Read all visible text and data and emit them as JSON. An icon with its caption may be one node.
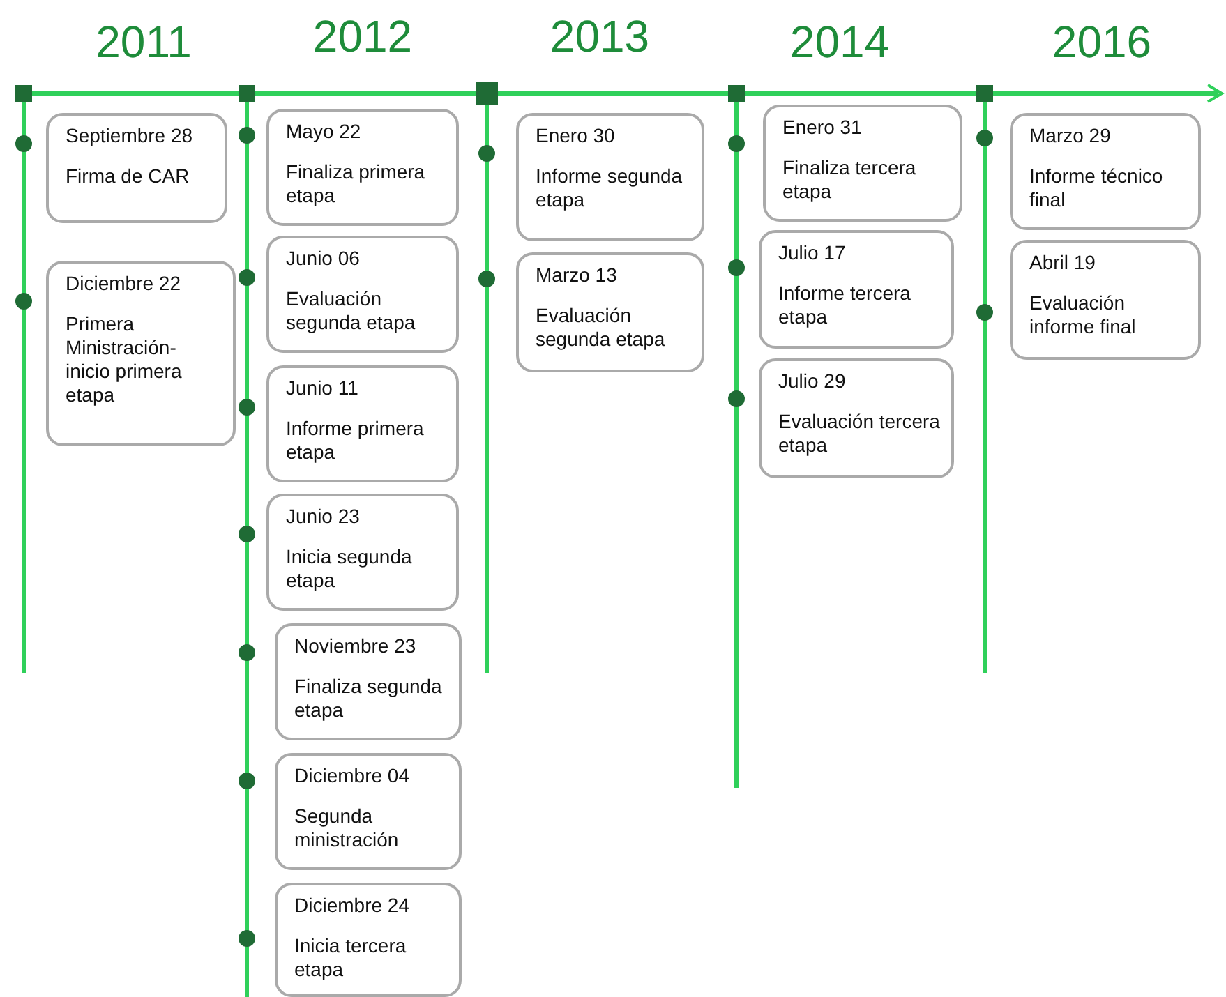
{
  "diagram": {
    "nodes": [
      {
        "text": [
          "Septiembre 28",
          "Firma de CAR"
        ]
      },
      {
        "text": [
          "Diciembre 22",
          "Primera Ministración- inicio primera etapa"
        ]
      },
      {
        "text": [
          "Mayo 22",
          "Finaliza primera etapa"
        ]
      },
      {
        "text": [
          "Junio 06",
          "Evaluación segunda etapa"
        ]
      },
      {
        "text": [
          "Junio 11",
          "Informe primera etapa"
        ]
      },
      {
        "text": [
          "Junio 23",
          "Inicia segunda etapa"
        ]
      },
      {
        "text": [
          "Noviembre 23",
          "Finaliza segunda etapa"
        ]
      },
      {
        "text": [
          "Diciembre 04",
          "Segunda ministración"
        ]
      },
      {
        "text": [
          "Diciembre 24",
          "Inicia tercera etapa"
        ]
      },
      {
        "text": [
          "Enero 30",
          "Informe segunda etapa"
        ]
      },
      {
        "text": [
          "Marzo 13",
          "Evaluación segunda etapa"
        ]
      },
      {
        "text": [
          "Enero 31",
          "Finaliza tercera etapa"
        ]
      },
      {
        "text": [
          "Julio 17",
          "Informe tercera etapa"
        ]
      },
      {
        "text": [
          "Julio 29",
          "Evaluación tercera etapa"
        ]
      },
      {
        "text": [
          "Marzo 29",
          "Informe técnico final"
        ]
      },
      {
        "text": [
          "Abril 19",
          "Evaluación informe final"
        ]
      }
    ],
    "labels": [
      "2011",
      "2012",
      "2013",
      "2014",
      "2016"
    ]
  }
}
